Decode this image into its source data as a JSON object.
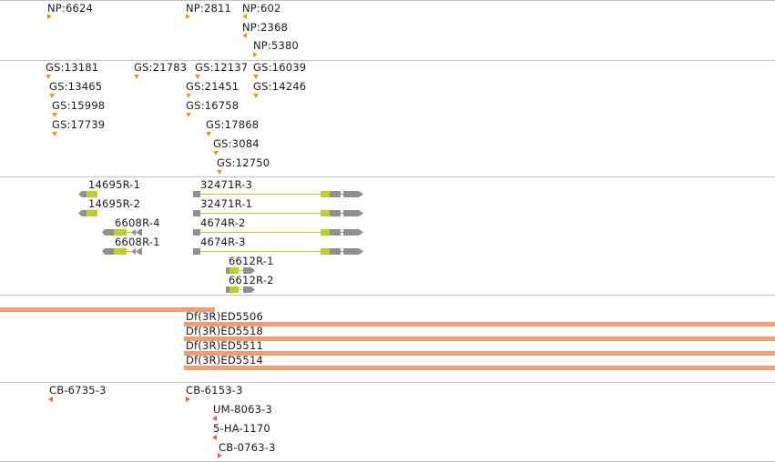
{
  "colors": {
    "marker_np": "#d4a020",
    "marker_gs": "#d4a020",
    "marker_cb": "#e86040",
    "gene_cds": "#c0d020",
    "gene_utr": "#909090",
    "gene_intron": "#c0d020",
    "deletion_bar": "#f0a070",
    "separator": "#c4c4c4"
  },
  "tracks": {
    "np": {
      "features": [
        {
          "label": "NP:6624",
          "marker": "right"
        },
        {
          "label": "NP:2811",
          "marker": "right"
        },
        {
          "label": "NP:602",
          "marker": "left"
        },
        {
          "label": "NP:2368",
          "marker": "left"
        },
        {
          "label": "NP:5380",
          "marker": "right"
        }
      ]
    },
    "gs": {
      "features": [
        {
          "label": "GS:13181",
          "marker": "down"
        },
        {
          "label": "GS:21783",
          "marker": "down"
        },
        {
          "label": "GS:12137",
          "marker": "down"
        },
        {
          "label": "GS:16039",
          "marker": "down"
        },
        {
          "label": "GS:13465",
          "marker": "down"
        },
        {
          "label": "GS:21451",
          "marker": "down"
        },
        {
          "label": "GS:14246",
          "marker": "down"
        },
        {
          "label": "GS:15998",
          "marker": "down"
        },
        {
          "label": "GS:16758",
          "marker": "down"
        },
        {
          "label": "GS:17739",
          "marker": "down"
        },
        {
          "label": "GS:17868",
          "marker": "down"
        },
        {
          "label": "GS:3084",
          "marker": "down"
        },
        {
          "label": "GS:12750",
          "marker": "down"
        }
      ]
    },
    "genes": {
      "features": [
        {
          "label": "14695R-1"
        },
        {
          "label": "14695R-2"
        },
        {
          "label": "6608R-4"
        },
        {
          "label": "6608R-1"
        },
        {
          "label": "32471R-3"
        },
        {
          "label": "32471R-1"
        },
        {
          "label": "4674R-2"
        },
        {
          "label": "4674R-3"
        },
        {
          "label": "6612R-1"
        },
        {
          "label": "6612R-2"
        }
      ]
    },
    "deletions": {
      "features": [
        {
          "label": "Df(3R)ED5506"
        },
        {
          "label": "Df(3R)ED5518"
        },
        {
          "label": "Df(3R)ED5511"
        },
        {
          "label": "Df(3R)ED5514"
        }
      ]
    },
    "cb": {
      "features": [
        {
          "label": "CB-6735-3",
          "marker": "left"
        },
        {
          "label": "CB-6153-3",
          "marker": "right"
        },
        {
          "label": "UM-8063-3",
          "marker": "left"
        },
        {
          "label": "5-HA-1170",
          "marker": "left"
        },
        {
          "label": "CB-0763-3",
          "marker": "right"
        }
      ]
    }
  }
}
